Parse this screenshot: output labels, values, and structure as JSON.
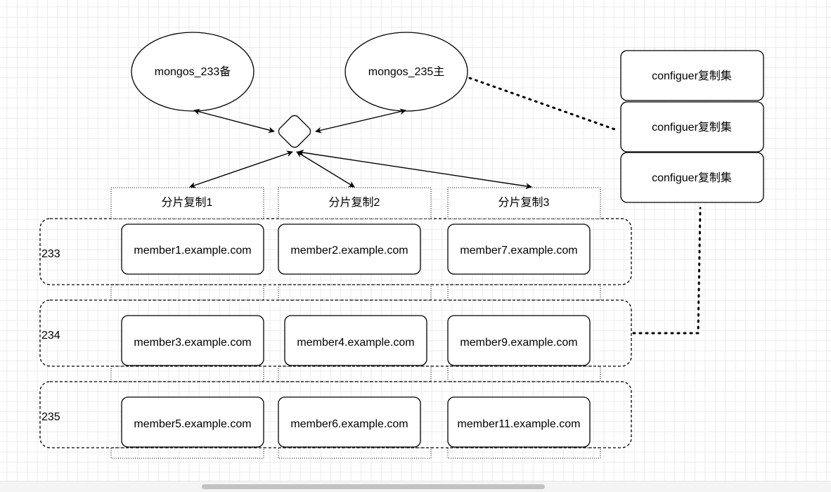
{
  "mongos": [
    {
      "label": "mongos_233备"
    },
    {
      "label": "mongos_235主"
    }
  ],
  "config_servers": [
    {
      "label": "configuer复制集"
    },
    {
      "label": "configuer复制集"
    },
    {
      "label": "configuer复制集"
    }
  ],
  "shards": [
    {
      "label": "分片复制1"
    },
    {
      "label": "分片复制2"
    },
    {
      "label": "分片复制3"
    }
  ],
  "hosts": [
    {
      "label": "233",
      "members": [
        "member1.example.com",
        "member2.example.com",
        "member7.example.com"
      ]
    },
    {
      "label": "234",
      "members": [
        "member3.example.com",
        "member4.example.com",
        "member9.example.com"
      ]
    },
    {
      "label": "235",
      "members": [
        "member5.example.com",
        "member6.example.com",
        "member11.example.com"
      ]
    }
  ]
}
